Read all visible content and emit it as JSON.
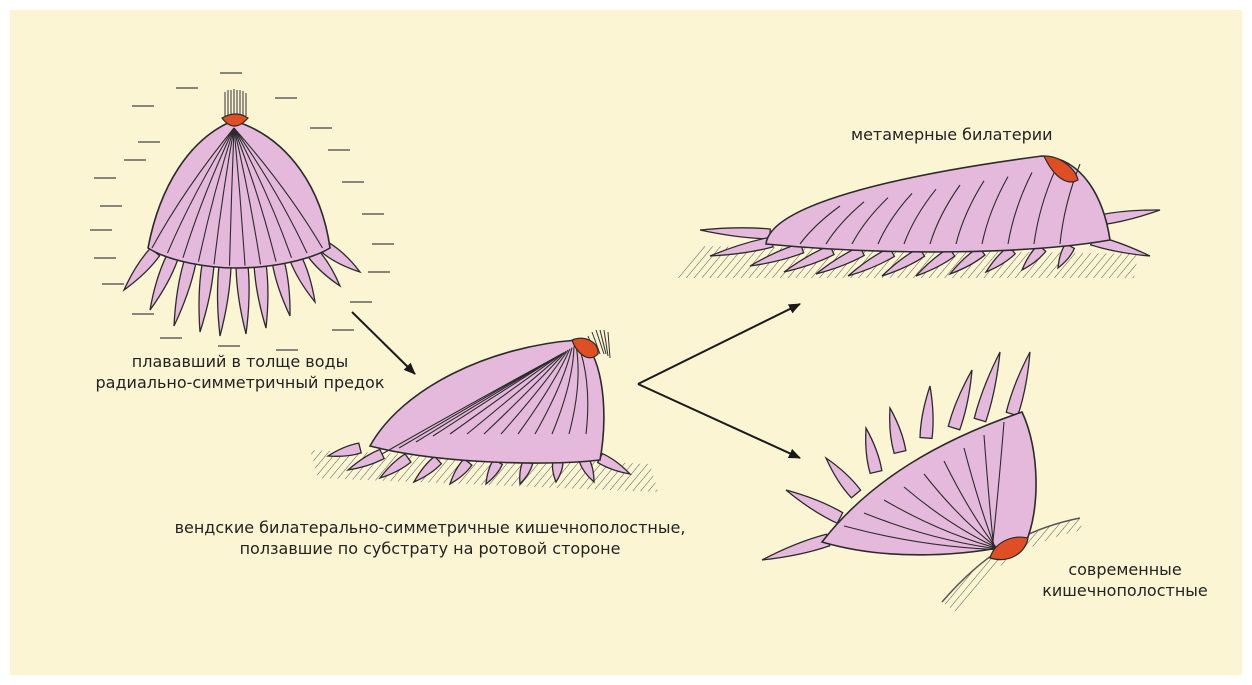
{
  "colors": {
    "background": "#fbf5d4",
    "body_fill": "#e5b9dc",
    "outline": "#2b2b2b",
    "mouth_fill": "#e04f24",
    "arrow": "#1a1a1a"
  },
  "labels": {
    "ancestor": [
      "плававший в толще воды",
      "радиально-симметричный предок"
    ],
    "vendian": [
      "вендские билатерально-симметричные кишечнополостные,",
      "ползавшие по субстрату на ротовой стороне"
    ],
    "metameric": [
      "метамерные билатерии"
    ],
    "modern": [
      "современные",
      "кишечнополостные"
    ]
  },
  "figures": [
    {
      "name": "swimming-radial-ancestor",
      "icon": "medusa-icon"
    },
    {
      "name": "vendian-crawling-coelenterate",
      "icon": "crawler-icon"
    },
    {
      "name": "metameric-bilaterian",
      "icon": "segmented-crawler-icon"
    },
    {
      "name": "modern-coelenterate",
      "icon": "polyp-icon"
    }
  ]
}
